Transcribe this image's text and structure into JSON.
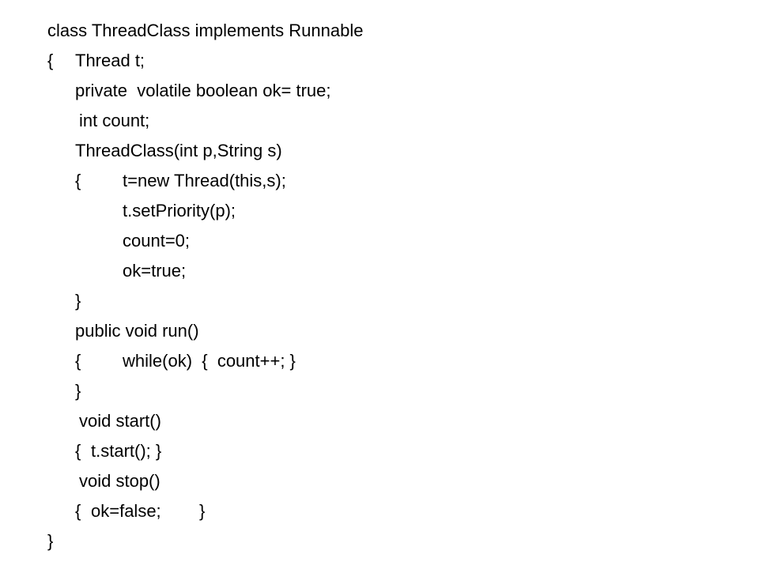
{
  "code": {
    "line1": "class ThreadClass implements Runnable",
    "line2_brace": "{",
    "line2_text": "Thread t;",
    "line3": "private  volatile boolean ok= true;",
    "line4": "int count;",
    "line5": "ThreadClass(int p,String s)",
    "line6_brace": "{",
    "line6_text": "t=new Thread(this,s);",
    "line7": "t.setPriority(p);",
    "line8": "count=0;",
    "line9": "ok=true;",
    "line10": "}",
    "line11": "public void run()",
    "line12_brace": "{",
    "line12_text": "while(ok)  {  count++; }",
    "line13": "}",
    "line14": "void start()",
    "line15_brace": "{",
    "line15_text": "t.start(); }",
    "line16": "void stop()",
    "line17_brace": "{",
    "line17_text": "ok=false;",
    "line17_close": "}",
    "line18": "}"
  }
}
